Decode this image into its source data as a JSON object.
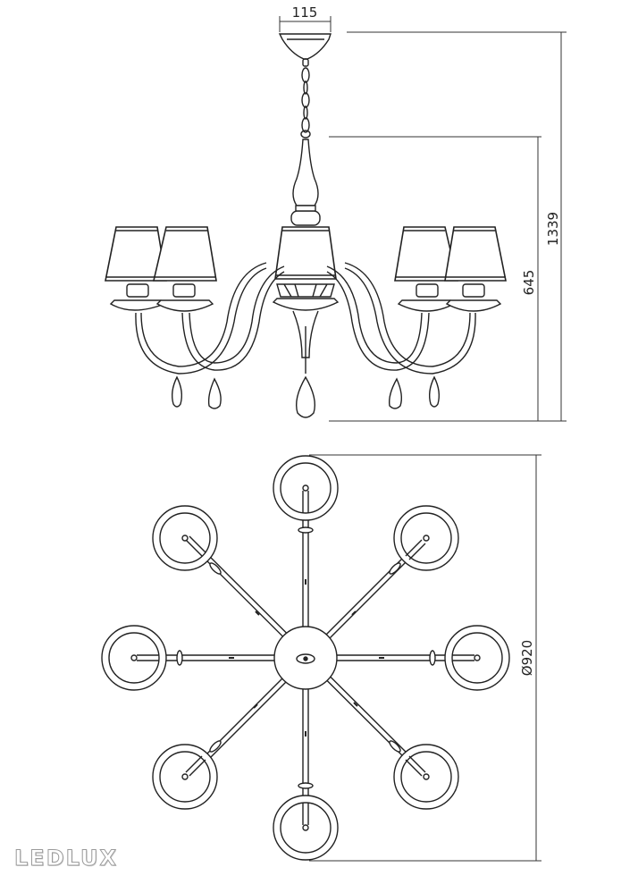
{
  "dimensions": {
    "top_width": "115",
    "total_height": "1339",
    "body_height": "645",
    "diameter": "Ø920"
  },
  "brand": {
    "logo_text": "LEDLUX"
  }
}
